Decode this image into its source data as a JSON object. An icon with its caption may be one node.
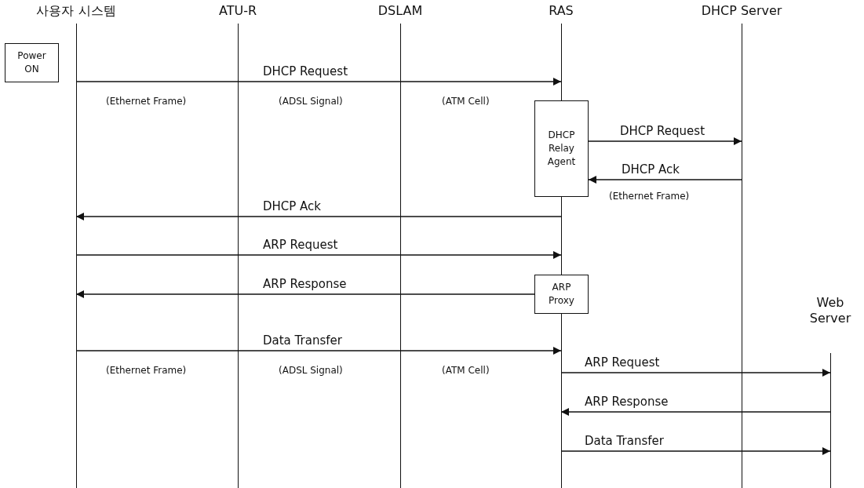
{
  "diagram": {
    "nodes": [
      {
        "text": [
          "사용자 시스템"
        ]
      },
      {
        "text": [
          "ATU-R"
        ]
      },
      {
        "text": [
          "DSLAM"
        ]
      },
      {
        "text": [
          "RAS"
        ]
      },
      {
        "text": [
          "DHCP Server"
        ]
      },
      {
        "text": [
          "Web Server"
        ]
      },
      {
        "text": [
          "Power ON"
        ]
      },
      {
        "text": [
          "DHCP Relay Agent"
        ]
      },
      {
        "text": [
          "ARP Proxy"
        ]
      }
    ],
    "edges": [
      {
        "from": 0,
        "to": 3,
        "arrow": "to",
        "label": "DHCP Request"
      },
      {
        "from": 7,
        "to": 4,
        "arrow": "to",
        "label": "DHCP Request"
      },
      {
        "from": 4,
        "to": 7,
        "arrow": "to",
        "label": "DHCP Ack"
      },
      {
        "from": 3,
        "to": 0,
        "arrow": "to",
        "label": "DHCP Ack"
      },
      {
        "from": 0,
        "to": 3,
        "arrow": "to",
        "label": "ARP Request"
      },
      {
        "from": 8,
        "to": 0,
        "arrow": "to",
        "label": "ARP Response"
      },
      {
        "from": 0,
        "to": 3,
        "arrow": "to",
        "label": "Data Transfer"
      },
      {
        "from": 3,
        "to": 5,
        "arrow": "to",
        "label": "ARP Request"
      },
      {
        "from": 5,
        "to": 3,
        "arrow": "to",
        "label": "ARP Response"
      },
      {
        "from": 3,
        "to": 5,
        "arrow": "to",
        "label": "Data Transfer"
      }
    ],
    "labels": [
      "(Ethernet Frame)",
      "(ADSL Signal)",
      "(ATM Cell)",
      "(Ethernet Frame)",
      "(Ethernet Frame)",
      "(ADSL Signal)",
      "(ATM Cell)"
    ]
  }
}
